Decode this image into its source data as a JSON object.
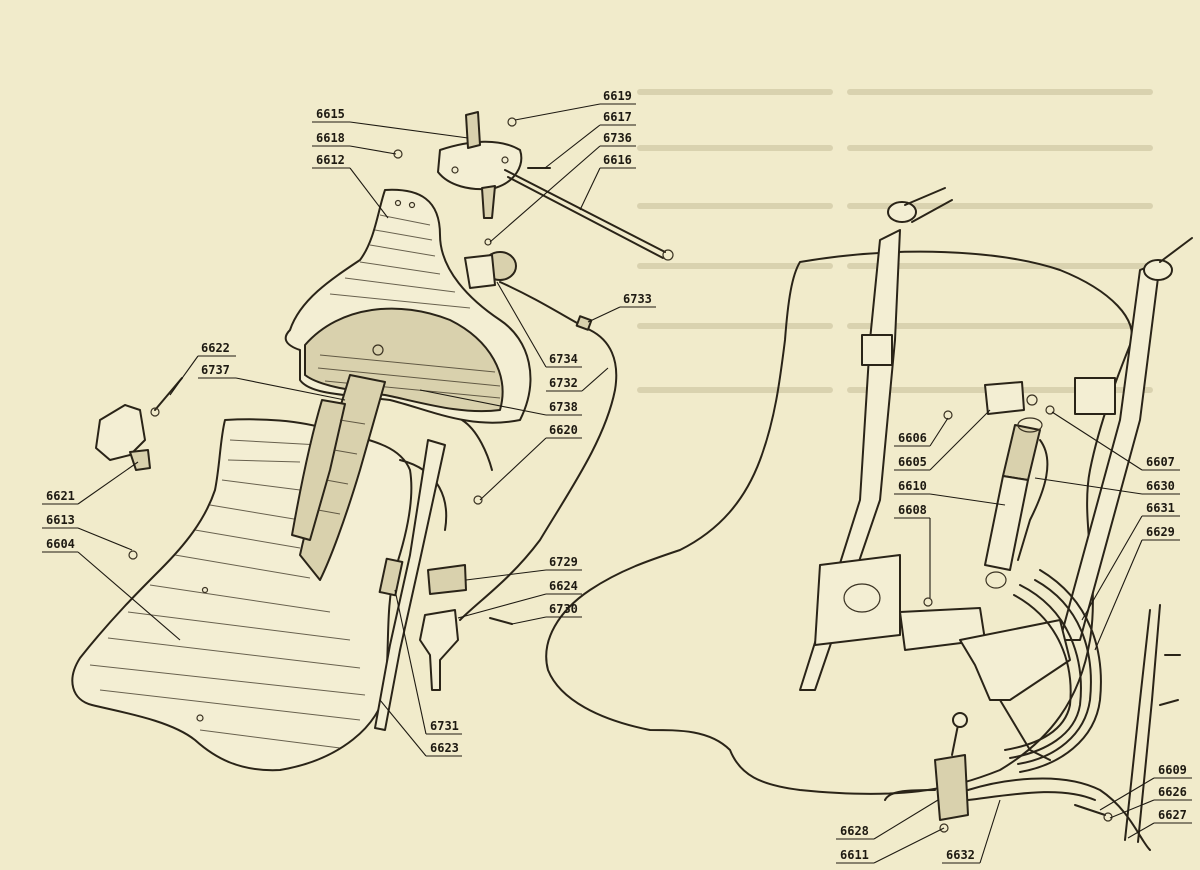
{
  "labels": {
    "l6619": "6619",
    "l6615": "6615",
    "l6617": "6617",
    "l6618": "6618",
    "l6736": "6736",
    "l6612": "6612",
    "l6616": "6616",
    "l6733": "6733",
    "l6622": "6622",
    "l6737": "6737",
    "l6734": "6734",
    "l6732": "6732",
    "l6738": "6738",
    "l6620": "6620",
    "l6621": "6621",
    "l6613": "6613",
    "l6604": "6604",
    "l6729": "6729",
    "l6624": "6624",
    "l6730": "6730",
    "l6731": "6731",
    "l6623": "6623",
    "l6606": "6606",
    "l6605": "6605",
    "l6607": "6607",
    "l6610": "6610",
    "l6630": "6630",
    "l6631": "6631",
    "l6608": "6608",
    "l6629": "6629",
    "l6609": "6609",
    "l6626": "6626",
    "l6627": "6627",
    "l6628": "6628",
    "l6611": "6611",
    "l6632": "6632"
  },
  "colors": {
    "paper": "#f1ebcb",
    "ink": "#2a2418"
  }
}
